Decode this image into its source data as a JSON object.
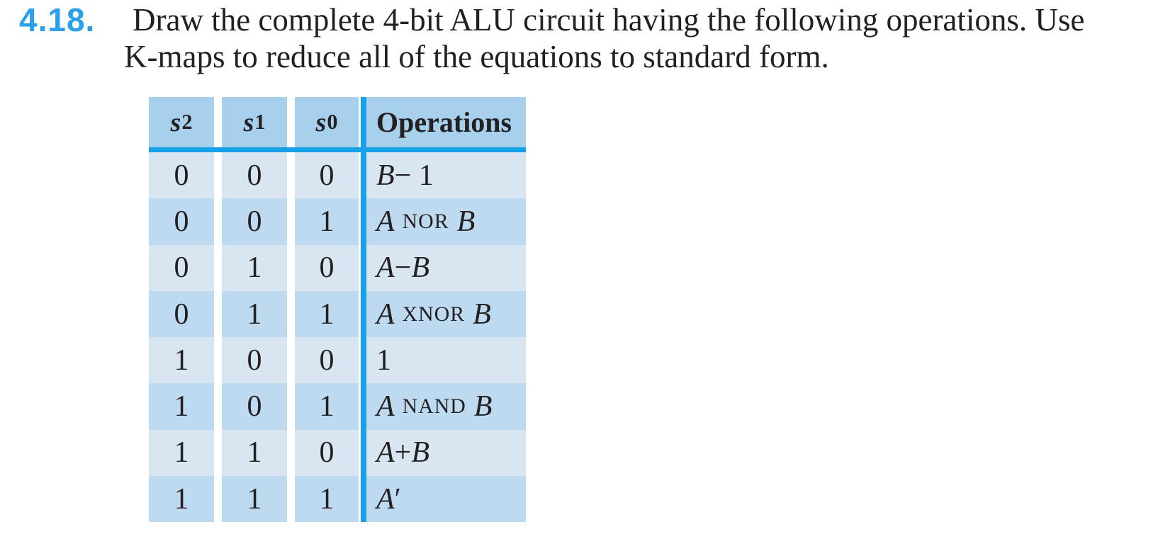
{
  "colors": {
    "accent_line": "#18a0e8",
    "header_bg": "#a6d0eb",
    "row_light": "#d8e6f2",
    "row_dark": "#bddaf0",
    "problem_number_blue": "#2b9fe9",
    "text_color": "#241f20"
  },
  "problem": {
    "number": "4.18.",
    "lines": [
      "Draw the complete 4-bit ALU circuit having the following operations. Use",
      "K-maps to reduce all of the equations to standard form."
    ]
  },
  "table": {
    "headers": [
      {
        "base": "s",
        "sub": "2"
      },
      {
        "base": "s",
        "sub": "1"
      },
      {
        "base": "s",
        "sub": "0"
      },
      {
        "label": "Operations"
      }
    ],
    "rows": [
      {
        "s2": "0",
        "s1": "0",
        "s0": "0",
        "op": [
          [
            "B",
            "var"
          ],
          [
            " − 1",
            "plain"
          ]
        ]
      },
      {
        "s2": "0",
        "s1": "0",
        "s0": "1",
        "op": [
          [
            "A",
            "var"
          ],
          [
            "NOR",
            "fn"
          ],
          [
            "B",
            "var"
          ]
        ]
      },
      {
        "s2": "0",
        "s1": "1",
        "s0": "0",
        "op": [
          [
            "A",
            "var"
          ],
          [
            " − ",
            "plain"
          ],
          [
            "B",
            "var"
          ]
        ]
      },
      {
        "s2": "0",
        "s1": "1",
        "s0": "1",
        "op": [
          [
            "A",
            "var"
          ],
          [
            "XNOR",
            "fn"
          ],
          [
            "B",
            "var"
          ]
        ]
      },
      {
        "s2": "1",
        "s1": "0",
        "s0": "0",
        "op": [
          [
            "1",
            "plain"
          ]
        ]
      },
      {
        "s2": "1",
        "s1": "0",
        "s0": "1",
        "op": [
          [
            "A",
            "var"
          ],
          [
            "NAND",
            "fn"
          ],
          [
            "B",
            "var"
          ]
        ]
      },
      {
        "s2": "1",
        "s1": "1",
        "s0": "0",
        "op": [
          [
            "A",
            "var"
          ],
          [
            " + ",
            "plain"
          ],
          [
            "B",
            "var"
          ]
        ]
      },
      {
        "s2": "1",
        "s1": "1",
        "s0": "1",
        "op": [
          [
            "A",
            "var"
          ],
          [
            "′",
            "plain"
          ]
        ]
      }
    ]
  }
}
